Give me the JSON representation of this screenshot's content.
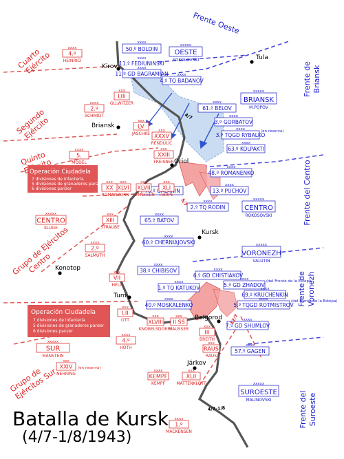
{
  "title": "Batalla de Kursk",
  "subtitle": "(4/7-1/8/1943)",
  "fronts": {
    "oeste": "Frente Oeste",
    "briansk": [
      "Frente de",
      "Briansk"
    ],
    "centro": "Frente del Centro",
    "voronezh": [
      "Frente de",
      "Voronezh"
    ],
    "suroeste": [
      "Frente del",
      "Suroeste"
    ]
  },
  "german_groups": {
    "cuarto": [
      "Cuarto",
      "Ejército"
    ],
    "segundo": [
      "Segundo",
      "Ejército"
    ],
    "quinto": [
      "Quinto",
      "Ejército"
    ],
    "centro": [
      "Grupo de Ejércitos",
      "Centro"
    ],
    "sur": [
      "Grupo de",
      "Ejércitos Sur"
    ]
  },
  "cities": {
    "tula": "Tula",
    "kirov": "Kirov",
    "briansk": "Briansk",
    "oriol": "Oriol",
    "kursk": "Kursk",
    "konotop": "Konotop",
    "tumi": "Tumi",
    "belgorod": "Belgorod",
    "jarkov": "Járkov"
  },
  "operations": {
    "north": {
      "title": "Operación Ciudadela",
      "lines": [
        "7 divisiones de infantería",
        "5 divisiones de granaderos panzer",
        "6 divisiones panzer"
      ]
    },
    "south": {
      "title": "Operación Ciudadela",
      "lines": [
        "7 divisiones de infantería",
        "5 divisiones de granaderos panzer",
        "6 divisiones panzer"
      ]
    }
  },
  "soviet_units": [
    {
      "id": "50-boldin",
      "echelon": "xxxx",
      "label": "50.º BOLDIN"
    },
    {
      "id": "oeste",
      "echelon": "xxxxx",
      "label": "OESTE",
      "sub": "SOKOLOVSKI"
    },
    {
      "id": "11-fediuninski",
      "echelon": "xxxx",
      "label": "11.º FEDIUNINSKI"
    },
    {
      "id": "11-gd-bagramian",
      "echelon": "xxxx",
      "label": "11.º GD BAGRAMIAN"
    },
    {
      "id": "4-tq-badanov",
      "echelon": "xxxx",
      "label": "4.º TQ BADANOV"
    },
    {
      "id": "briansk",
      "echelon": "xxxxx",
      "label": "BRIANSK",
      "sub": "M.POPOV"
    },
    {
      "id": "61-belov",
      "echelon": "xxxx",
      "label": "61.º BELOV"
    },
    {
      "id": "3-gorbatov",
      "echelon": "xxxx",
      "label": "3.º GORBATOV"
    },
    {
      "id": "3-tqgd-rybalko",
      "echelon": "xxxx",
      "label": "3.º TQGD RYBALKO",
      "note": "(en reserva)"
    },
    {
      "id": "63-kolpakti",
      "echelon": "xxxx",
      "label": "63.º KOLPAKTI"
    },
    {
      "id": "48-romanenko",
      "echelon": "xxxx",
      "label": "48.º ROMANENKO"
    },
    {
      "id": "70-galanin",
      "echelon": "xxxx",
      "label": "70.º GALANIN"
    },
    {
      "id": "13-puchov",
      "echelon": "xxxx",
      "label": "13.º PUCHOV"
    },
    {
      "id": "2-tq-rodin",
      "echelon": "xxxx",
      "label": "2.º TQ RODIN"
    },
    {
      "id": "centro-sov",
      "echelon": "xxxxx",
      "label": "CENTRO",
      "sub": "ROKOSOVSKI"
    },
    {
      "id": "65-batov",
      "echelon": "xxxx",
      "label": "65.º BATOV"
    },
    {
      "id": "60-cherniajovski",
      "echelon": "xxxx",
      "label": "60.º CHERNIAJOVSKI"
    },
    {
      "id": "voronezh",
      "echelon": "xxxxx",
      "label": "VORONEZH",
      "sub": "VALUTIN"
    },
    {
      "id": "38-chibisov",
      "echelon": "xxxx",
      "label": "38.º CHIBISOV"
    },
    {
      "id": "6-gd-chistiakov",
      "echelon": "xxxx",
      "label": "6.º GD CHISTIAKOV"
    },
    {
      "id": "5-gd-zhadov",
      "echelon": "xxxx",
      "label": "5.º GD ZHADOV",
      "note": "(del Frente de la Estepa)"
    },
    {
      "id": "1-tq-katukov",
      "echelon": "xxxx",
      "label": "1.º TQ KATUKOV"
    },
    {
      "id": "69-kruchenkin",
      "echelon": "xxxx",
      "label": "69.º KRUCHENKIN"
    },
    {
      "id": "40-moskalenko",
      "echelon": "xxxx",
      "label": "40.º MOSKALENKO"
    },
    {
      "id": "5-tqgd-rotmistrov",
      "echelon": "xxxx",
      "label": "5.º TQGD ROTMISTROV",
      "note": "(del Frente de la Estepa)"
    },
    {
      "id": "7-gd-shumlov",
      "echelon": "xxxx",
      "label": "7.º GD SHUMLOV"
    },
    {
      "id": "57-gagen",
      "echelon": "xxxx",
      "label": "57.º GAGEN"
    },
    {
      "id": "suroeste",
      "echelon": "xxxxx",
      "label": "SUROESTE",
      "sub": "MALINOVSKI"
    }
  ],
  "german_units": [
    {
      "id": "4",
      "echelon": "xxxx",
      "label": "4.º",
      "sub": "HEINRICI"
    },
    {
      "id": "liii",
      "echelon": "xxx",
      "label": "LIII",
      "sub": "GLLWITZER"
    },
    {
      "id": "2",
      "echelon": "xxxx",
      "label": "2.º",
      "sub": "SCHMIDT"
    },
    {
      "id": "lv",
      "echelon": "xxx",
      "label": "LV",
      "sub": "JASCHKE"
    },
    {
      "id": "xxxv",
      "echelon": "xxx",
      "label": "XXXV",
      "sub": "RENDULIC"
    },
    {
      "id": "5",
      "echelon": "xxxx",
      "label": "5.",
      "sub": "MODEL"
    },
    {
      "id": "xxiii",
      "echelon": "xxx",
      "label": "XXIII",
      "sub": "FREISNER"
    },
    {
      "id": "xlvi",
      "echelon": "xxx",
      "label": "XLVI",
      "sub": "ZORN"
    },
    {
      "id": "xlvii",
      "echelon": "xxx",
      "label": "XLVII",
      "sub": "LEMELSEN"
    },
    {
      "id": "xli",
      "echelon": "xxx",
      "label": "XLI",
      "sub": "HARPE"
    },
    {
      "id": "xx",
      "echelon": "xxx",
      "label": "XX",
      "sub": "ROMAN"
    },
    {
      "id": "centro-ger",
      "echelon": "xxxxx",
      "label": "CENTRO",
      "sub": "KLUGE"
    },
    {
      "id": "xiii",
      "echelon": "xxx",
      "label": "XIII",
      "sub": "STRAUBE"
    },
    {
      "id": "2b",
      "echelon": "xxxx",
      "label": "2.º",
      "sub": "SALMUTH"
    },
    {
      "id": "vii",
      "echelon": "xxx",
      "label": "VII",
      "sub": "HELL"
    },
    {
      "id": "lii",
      "echelon": "xxx",
      "label": "LII",
      "sub": "OTT"
    },
    {
      "id": "xlviii",
      "echelon": "xxx",
      "label": "XLVIII",
      "sub": "KNOBELSDORFF"
    },
    {
      "id": "iiss",
      "echelon": "xxx",
      "label": "II SS",
      "sub": "HAUSSER"
    },
    {
      "id": "iii",
      "echelon": "xxx",
      "label": "III",
      "sub": "BREITH"
    },
    {
      "id": "sur",
      "echelon": "xxxxx",
      "label": "SUR",
      "sub": "MANSTEIN"
    },
    {
      "id": "4b",
      "echelon": "xxxx",
      "label": "4.º",
      "sub": "HOTH"
    },
    {
      "id": "raus",
      "echelon": "xxx",
      "label": "RAUS",
      "sub": "RAUS"
    },
    {
      "id": "xxiv",
      "echelon": "xxx",
      "label": "XXIV",
      "sub": "NEHRING",
      "note": "(en reserva)"
    },
    {
      "id": "kempf",
      "echelon": "xxxx",
      "label": "KEMPF",
      "sub": "KEMPF"
    },
    {
      "id": "xlii",
      "echelon": "xxx",
      "label": "XLII",
      "sub": "MATTENKLOTT"
    },
    {
      "id": "1",
      "echelon": "xxxx",
      "label": "1.º",
      "sub": "MACKENSEN"
    }
  ],
  "dates": [
    "4/7",
    "5/7",
    "12/7",
    "4/7-1/8"
  ],
  "colors": {
    "soviet": "#1a1acc",
    "german": "#d22",
    "salient": "#c9dcf2",
    "attack": "#f4a3a3",
    "front_line": "#555555"
  }
}
